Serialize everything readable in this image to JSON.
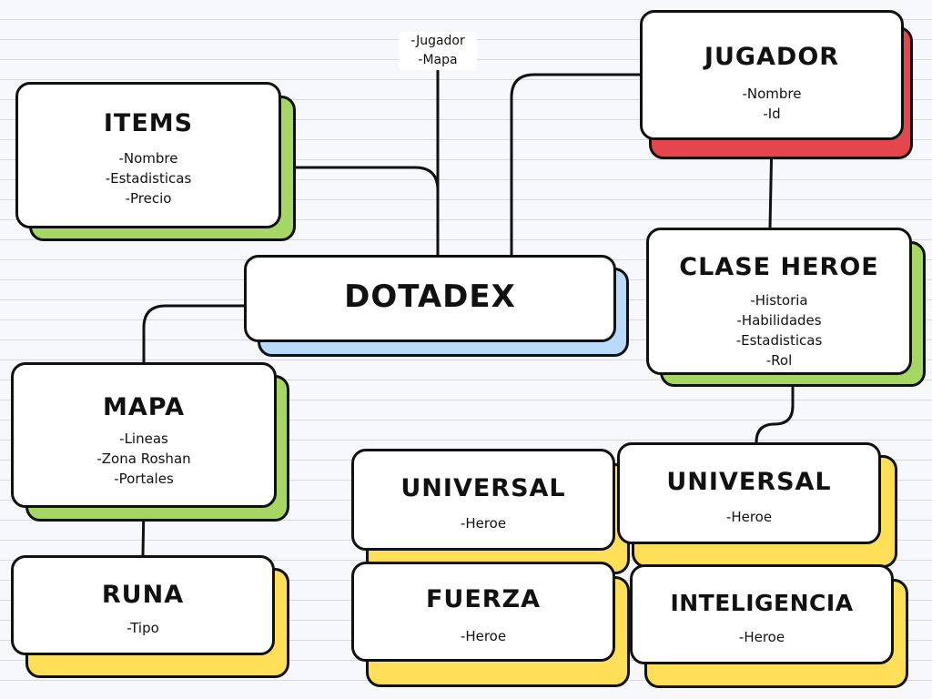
{
  "colors": {
    "green": "#a6d664",
    "red": "#e5464d",
    "blue": "#b9dafb",
    "yellow": "#ffdf58",
    "border": "#111111",
    "card": "#ffffff"
  },
  "center": {
    "title": "DOTADEX",
    "accent": "blue"
  },
  "note": {
    "lines": [
      "-Jugador",
      "-Mapa"
    ]
  },
  "nodes": {
    "items": {
      "title": "ITEMS",
      "accent": "green",
      "lines": [
        "-Nombre",
        "-Estadisticas",
        "-Precio"
      ]
    },
    "jugador": {
      "title": "JUGADOR",
      "accent": "red",
      "lines": [
        "-Nombre",
        "-Id"
      ]
    },
    "clase": {
      "title": "CLASE HEROE",
      "accent": "green",
      "lines": [
        "-Historia",
        "-Habilidades",
        "-Estadisticas",
        "-Rol"
      ]
    },
    "mapa": {
      "title": "MAPA",
      "accent": "green",
      "lines": [
        "-Lineas",
        "-Zona Roshan",
        "-Portales"
      ]
    },
    "runa": {
      "title": "RUNA",
      "accent": "yellow",
      "lines": [
        "-Tipo"
      ]
    },
    "universal_left": {
      "title": "UNIVERSAL",
      "accent": "yellow",
      "lines": [
        "-Heroe"
      ]
    },
    "universal_right": {
      "title": "UNIVERSAL",
      "accent": "yellow",
      "lines": [
        "-Heroe"
      ]
    },
    "fuerza": {
      "title": "FUERZA",
      "accent": "yellow",
      "lines": [
        "-Heroe"
      ]
    },
    "inteligencia": {
      "title": "INTELIGENCIA",
      "accent": "yellow",
      "lines": [
        "-Heroe"
      ]
    }
  }
}
